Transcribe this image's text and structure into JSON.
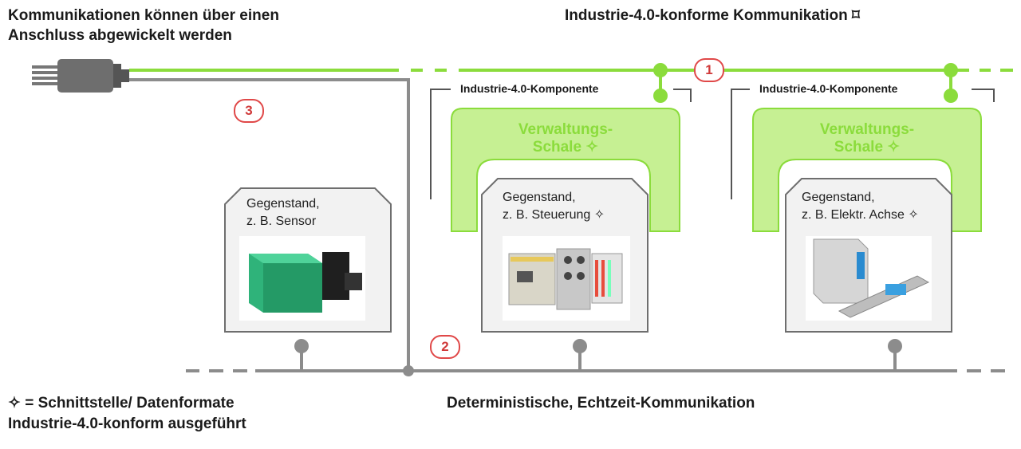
{
  "header": {
    "left_line1": "Kommunikationen können über einen",
    "left_line2": "Anschluss abgewickelt werden",
    "right_title": "Industrie-4.0-konforme Kommunikation ⌑"
  },
  "markers": {
    "one": "1",
    "two": "2",
    "three": "3"
  },
  "components": [
    {
      "label": "Industrie-4.0-Komponente",
      "shell_line1": "Verwaltungs-",
      "shell_line2": "Schale ✧",
      "object_line1": "Gegenstand,",
      "object_line2": "z. B. Steuerung ✧",
      "device": "steuerung"
    },
    {
      "label": "Industrie-4.0-Komponente",
      "shell_line1": "Verwaltungs-",
      "shell_line2": "Schale ✧",
      "object_line1": "Gegenstand,",
      "object_line2": "z. B. Elektr. Achse ✧",
      "device": "achse"
    }
  ],
  "sensor": {
    "object_line1": "Gegenstand,",
    "object_line2": "z. B.  Sensor",
    "device": "sensor"
  },
  "footer": {
    "legend_line1": "✧ = Schnittstelle/ Datenformate",
    "legend_line2": "Industrie-4.0-konform ausgeführt",
    "bus_label": "Deterministische, Echtzeit-Kommunikation"
  },
  "colors": {
    "green": "#8bdc3c",
    "gray": "#888888",
    "dark_gray": "#666666",
    "red": "#e04848"
  },
  "icons": [
    "plug-icon",
    "interface-symbol-icon"
  ]
}
